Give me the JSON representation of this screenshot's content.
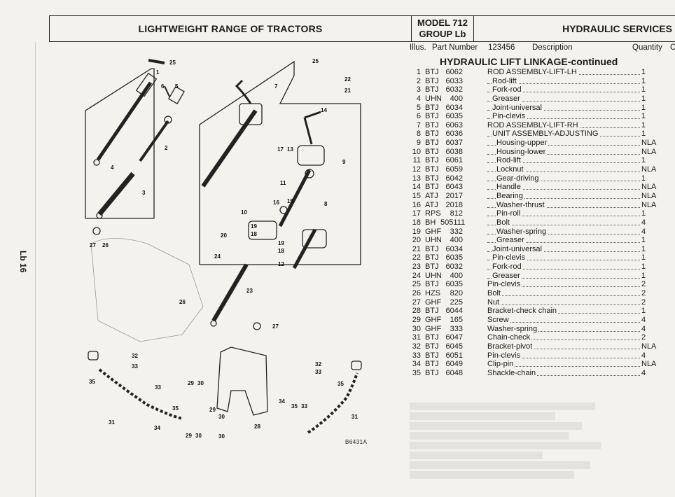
{
  "header": {
    "left_title": "LIGHTWEIGHT RANGE OF TRACTORS",
    "model": "MODEL 712",
    "group": "GROUP Lb",
    "right_title": "HYDRAULIC SERVICES"
  },
  "side_label": "Lb 16",
  "columns": {
    "illus": "Illus.",
    "part_number": "Part Number",
    "code": "123456",
    "description": "Description",
    "quantity": "Quantity",
    "extra": "C"
  },
  "section_title": "HYDRAULIC LIFT LINKAGE-continued",
  "figure_code": "B6431A",
  "parts": [
    {
      "n": "1",
      "pre": "BTJ",
      "code": "6062",
      "desc": "ROD ASSEMBLY-LIFT-LH",
      "indent": 0,
      "qty": "1"
    },
    {
      "n": "2",
      "pre": "BTJ",
      "code": "6033",
      "desc": "Rod-lift",
      "indent": 1,
      "qty": "1"
    },
    {
      "n": "3",
      "pre": "BTJ",
      "code": "6032",
      "desc": "Fork-rod",
      "indent": 1,
      "qty": "1"
    },
    {
      "n": "4",
      "pre": "UHN",
      "code": "400",
      "desc": "Greaser",
      "indent": 1,
      "qty": "1"
    },
    {
      "n": "5",
      "pre": "BTJ",
      "code": "6034",
      "desc": "Joint-universal",
      "indent": 1,
      "qty": "1"
    },
    {
      "n": "6",
      "pre": "BTJ",
      "code": "6035",
      "desc": "Pin-clevis",
      "indent": 1,
      "qty": "1"
    },
    {
      "n": "7",
      "pre": "BTJ",
      "code": "6063",
      "desc": "ROD ASSEMBLY-LIFT-RH",
      "indent": 0,
      "qty": "1"
    },
    {
      "n": "8",
      "pre": "BTJ",
      "code": "6036",
      "desc": "UNIT ASSEMBLY-ADJUSTING",
      "indent": 1,
      "qty": "1"
    },
    {
      "n": "9",
      "pre": "BTJ",
      "code": "6037",
      "desc": "Housing-upper",
      "indent": 2,
      "qty": "NLA"
    },
    {
      "n": "10",
      "pre": "BTJ",
      "code": "6038",
      "desc": "Housing-lower",
      "indent": 2,
      "qty": "NLA"
    },
    {
      "n": "11",
      "pre": "BTJ",
      "code": "6061",
      "desc": "Rod-lift",
      "indent": 2,
      "qty": "1"
    },
    {
      "n": "12",
      "pre": "BTJ",
      "code": "6059",
      "desc": "Locknut",
      "indent": 2,
      "qty": "NLA"
    },
    {
      "n": "13",
      "pre": "BTJ",
      "code": "6042",
      "desc": "Gear-driving",
      "indent": 2,
      "qty": "1"
    },
    {
      "n": "14",
      "pre": "BTJ",
      "code": "6043",
      "desc": "Handle",
      "indent": 2,
      "qty": "NLA"
    },
    {
      "n": "15",
      "pre": "ATJ",
      "code": "2017",
      "desc": "Bearing",
      "indent": 2,
      "qty": "NLA"
    },
    {
      "n": "16",
      "pre": "ATJ",
      "code": "2018",
      "desc": "Washer-thrust",
      "indent": 2,
      "qty": "NLA"
    },
    {
      "n": "17",
      "pre": "RPS",
      "code": "812",
      "desc": "Pin-roll",
      "indent": 2,
      "qty": "1"
    },
    {
      "n": "18",
      "pre": "BH",
      "code": "505111",
      "desc": "Bolt",
      "indent": 2,
      "qty": "4"
    },
    {
      "n": "19",
      "pre": "GHF",
      "code": "332",
      "desc": "Washer-spring",
      "indent": 2,
      "qty": "4"
    },
    {
      "n": "20",
      "pre": "UHN",
      "code": "400",
      "desc": "Greaser",
      "indent": 2,
      "qty": "1"
    },
    {
      "n": "21",
      "pre": "BTJ",
      "code": "6034",
      "desc": "Joint-universal",
      "indent": 1,
      "qty": "1"
    },
    {
      "n": "22",
      "pre": "BTJ",
      "code": "6035",
      "desc": "Pin-clevis",
      "indent": 1,
      "qty": "1"
    },
    {
      "n": "23",
      "pre": "BTJ",
      "code": "6032",
      "desc": "Fork-rod",
      "indent": 1,
      "qty": "1"
    },
    {
      "n": "24",
      "pre": "UHN",
      "code": "400",
      "desc": "Greaser",
      "indent": 1,
      "qty": "1"
    },
    {
      "n": "25",
      "pre": "BTJ",
      "code": "6035",
      "desc": "Pin-clevis",
      "indent": 0,
      "qty": "2"
    },
    {
      "n": "26",
      "pre": "HZS",
      "code": "820",
      "desc": "Bolt",
      "indent": 0,
      "qty": "2"
    },
    {
      "n": "27",
      "pre": "GHF",
      "code": "225",
      "desc": "Nut",
      "indent": 0,
      "qty": "2"
    },
    {
      "n": "28",
      "pre": "BTJ",
      "code": "6044",
      "desc": "Bracket-check chain",
      "indent": 0,
      "qty": "1"
    },
    {
      "n": "29",
      "pre": "GHF",
      "code": "165",
      "desc": "Screw",
      "indent": 0,
      "qty": "4"
    },
    {
      "n": "30",
      "pre": "GHF",
      "code": "333",
      "desc": "Washer-spring",
      "indent": 0,
      "qty": "4"
    },
    {
      "n": "31",
      "pre": "BTJ",
      "code": "6047",
      "desc": "Chain-check",
      "indent": 0,
      "qty": "2"
    },
    {
      "n": "32",
      "pre": "BTJ",
      "code": "6045",
      "desc": "Bracket-pivot",
      "indent": 0,
      "qty": "NLA"
    },
    {
      "n": "33",
      "pre": "BTJ",
      "code": "6051",
      "desc": "Pin-clevis",
      "indent": 0,
      "qty": "4"
    },
    {
      "n": "34",
      "pre": "BTJ",
      "code": "6049",
      "desc": "Clip-pin",
      "indent": 0,
      "qty": "NLA"
    },
    {
      "n": "35",
      "pre": "BTJ",
      "code": "6048",
      "desc": "Shackle-chain",
      "indent": 0,
      "qty": "4"
    }
  ],
  "callouts": [
    "25",
    "1",
    "6",
    "5",
    "2",
    "4",
    "3",
    "27",
    "26",
    "7",
    "25",
    "22",
    "21",
    "14",
    "17",
    "13",
    "9",
    "11",
    "15",
    "16",
    "8",
    "10",
    "19",
    "18",
    "20",
    "19",
    "18",
    "24",
    "12",
    "23",
    "26",
    "27",
    "32",
    "33",
    "35",
    "33",
    "29",
    "30",
    "29",
    "30",
    "31",
    "34",
    "29",
    "30",
    "28",
    "34",
    "35",
    "33",
    "32",
    "33",
    "35",
    "31"
  ]
}
